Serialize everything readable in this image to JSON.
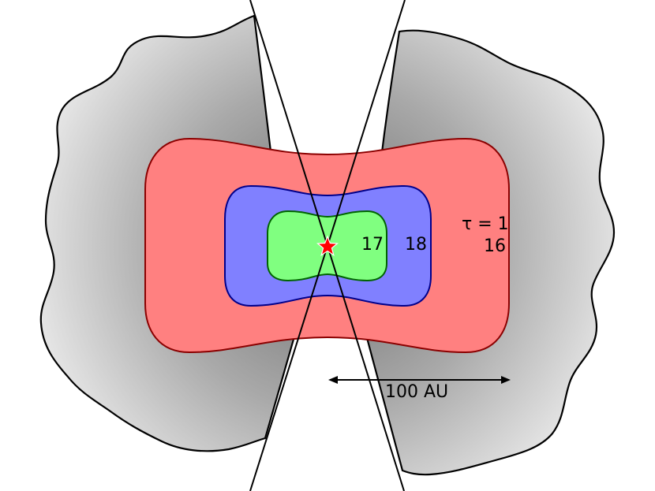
{
  "labels": {
    "tau": "τ = 1",
    "region_16": "16",
    "region_17": "17",
    "region_18": "18",
    "scale": "100 AU"
  },
  "colors": {
    "envelope": "#c8c8c8",
    "envelope_shadow": "#8a8a8a",
    "red_region": "#ff8080",
    "red_outline": "#8b0000",
    "blue_region": "#8080ff",
    "blue_outline": "#00008b",
    "green_region": "#80ff80",
    "green_outline": "#006400",
    "star": "#ff0000"
  },
  "icons": {
    "star": "star-icon",
    "scale_bar": "double-arrow-icon"
  }
}
